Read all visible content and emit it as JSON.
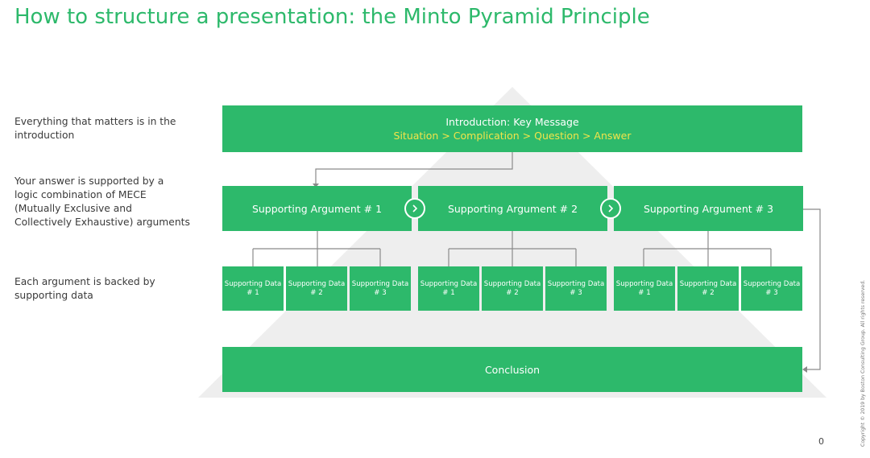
{
  "title": "How to structure a presentation: the Minto Pyramid Principle",
  "side_notes": [
    "Everything that matters is in the introduction",
    "Your answer is supported by a logic combination of MECE (Mutually Exclusive and Collectively Exhaustive) arguments",
    "Each argument is backed by supporting data"
  ],
  "intro": {
    "heading": "Introduction: Key Message",
    "flow": "Situation > Complication > Question > Answer"
  },
  "arguments": [
    "Supporting Argument # 1",
    "Supporting Argument # 2",
    "Supporting Argument # 3"
  ],
  "data_boxes": [
    "Supporting Data # 1",
    "Supporting Data # 2",
    "Supporting Data # 3",
    "Supporting Data # 1",
    "Supporting Data # 2",
    "Supporting Data # 3",
    "Supporting Data # 1",
    "Supporting Data # 2",
    "Supporting Data # 3"
  ],
  "conclusion": "Conclusion",
  "copyright": "Copyright © 2019 by Boston Consulting Group. All rights reserved.",
  "page_number": "0",
  "colors": {
    "green": "#2db96b",
    "yellow": "#f2e44a",
    "pyramid": "#eeeeee",
    "connector": "#8a8a8a"
  }
}
